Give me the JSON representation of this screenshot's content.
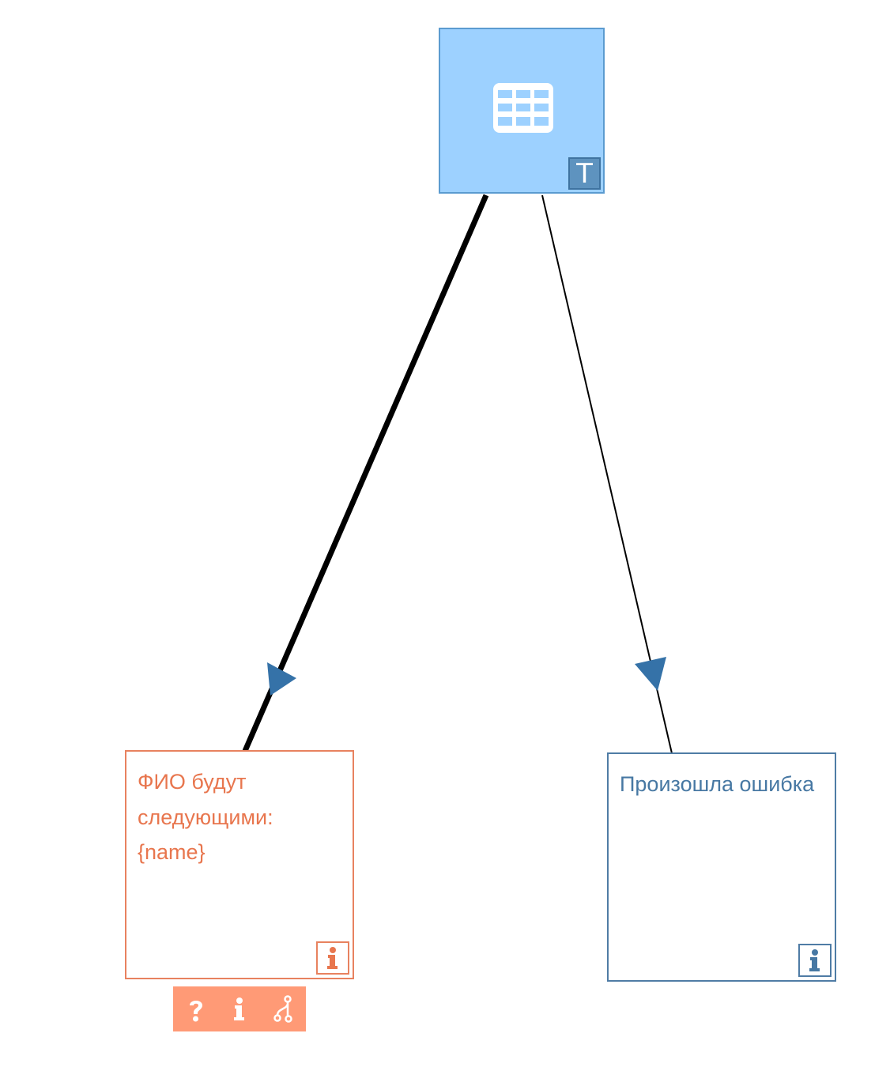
{
  "diagram": {
    "colors": {
      "table_node_fill": "#9dd1ff",
      "table_node_border": "#5b9bd0",
      "type_badge_fill": "#5e93bf",
      "arrow_head": "#3572a8",
      "success_accent": "#e8825f",
      "error_accent": "#4f7ca5",
      "toolbar_fill": "#ff9a76",
      "edge_stroke": "#000000"
    },
    "table_node": {
      "icon": "table-icon",
      "type_badge": "T"
    },
    "success_node": {
      "text": "ФИО будут следующими: {name}",
      "badge_icon": "info-icon"
    },
    "error_node": {
      "text": "Произошла ошибка",
      "badge_icon": "info-icon"
    },
    "toolbar": {
      "tools": [
        "help-icon",
        "info-icon",
        "branch-icon"
      ]
    },
    "edges": [
      {
        "from": "table_node",
        "to": "success_node",
        "style": "bold"
      },
      {
        "from": "table_node",
        "to": "error_node",
        "style": "thin"
      }
    ]
  }
}
